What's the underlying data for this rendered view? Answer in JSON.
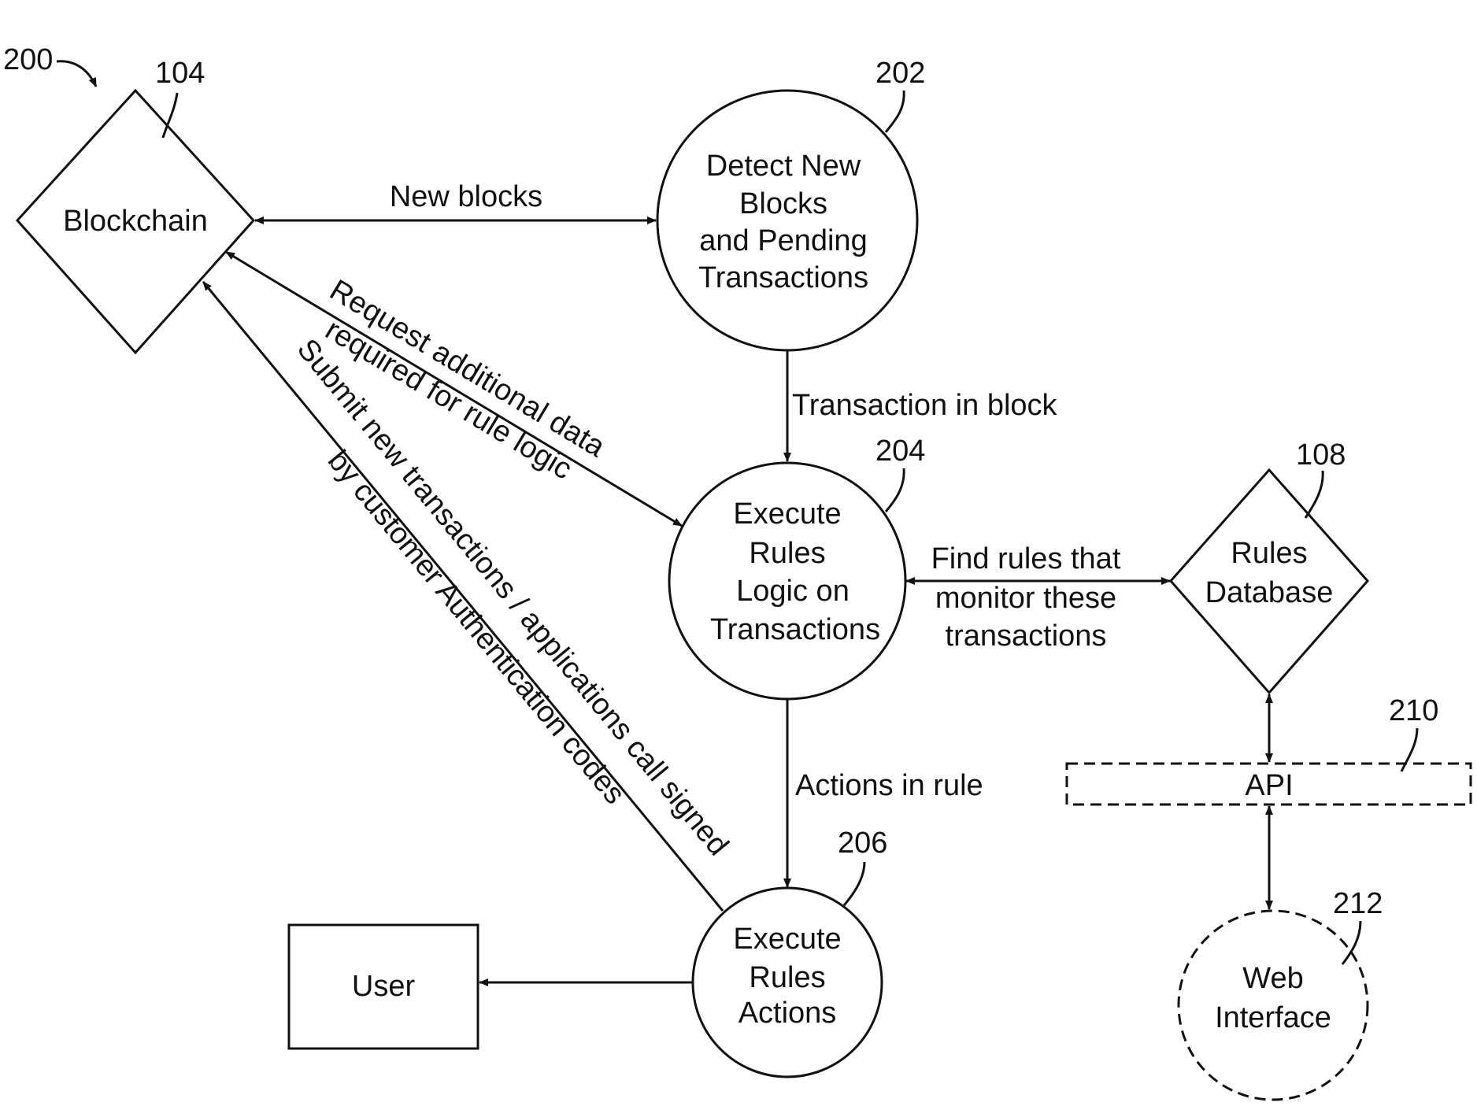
{
  "figure_ref": "200",
  "nodes": {
    "blockchain": {
      "ref": "104",
      "label": "Blockchain"
    },
    "detect": {
      "ref": "202",
      "lines": [
        "Detect New",
        "Blocks",
        "and Pending",
        "Transactions"
      ]
    },
    "execute_logic": {
      "ref": "204",
      "lines": [
        "Execute",
        "Rules",
        "Logic on",
        "Transactions"
      ]
    },
    "execute_actions": {
      "ref": "206",
      "lines": [
        "Execute",
        "Rules",
        "Actions"
      ]
    },
    "user": {
      "label": "User"
    },
    "rules_db": {
      "ref": "108",
      "lines": [
        "Rules",
        "Database"
      ]
    },
    "api": {
      "ref": "210",
      "label": "API"
    },
    "web": {
      "ref": "212",
      "lines": [
        "Web",
        "Interface"
      ]
    }
  },
  "edges": {
    "new_blocks": "New blocks",
    "transaction_in_block": "Transaction in block",
    "request_data": [
      "Request additional data",
      "required for rule logic"
    ],
    "find_rules": [
      "Find rules that",
      "monitor these",
      "transactions"
    ],
    "actions_in_rule": "Actions in rule",
    "submit": [
      "Submit new transactions / applications call signed",
      "by customer Authentication codes"
    ]
  }
}
